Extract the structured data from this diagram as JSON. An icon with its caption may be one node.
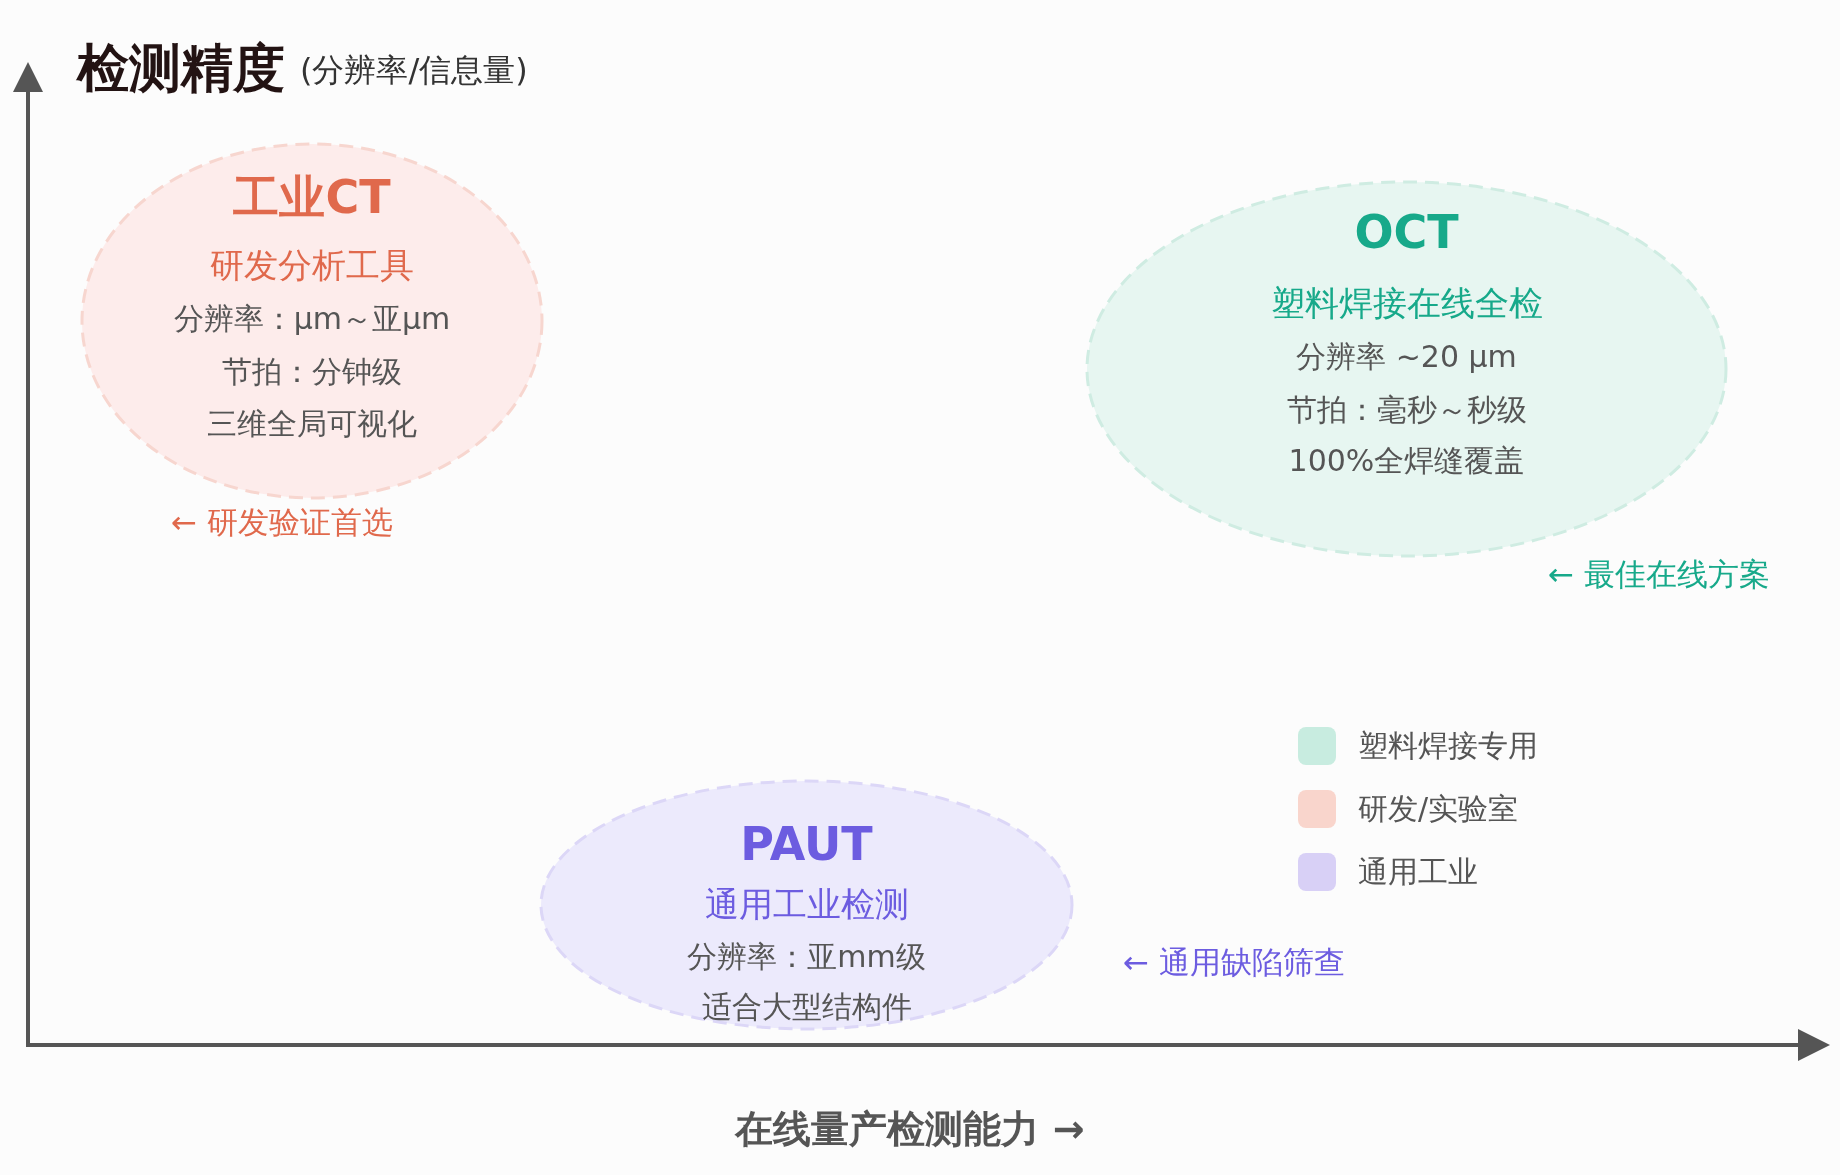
{
  "diagram": {
    "nodes": [
      {
        "text": [
          "工业CT",
          "研发分析工具",
          "分辨率：μm～亚μm",
          "节拍：分钟级",
          "三维全局可视化"
        ],
        "beside": [
          "← 研发验证首选"
        ]
      },
      {
        "text": [
          "OCT",
          "塑料焊接在线全检",
          "分辨率 ~20 μm",
          "节拍：毫秒～秒级",
          "100%全焊缝覆盖"
        ],
        "beside": [
          "← 最佳在线方案"
        ]
      },
      {
        "text": [
          "PAUT",
          "通用工业检测",
          "分辨率：亚mm级",
          "适合大型结构件"
        ],
        "beside": [
          "← 通用缺陷筛查"
        ]
      }
    ],
    "labels": [
      "检测精度",
      "(分辨率/信息量)",
      "在线量产检测能力 →"
    ],
    "legend": [
      {
        "text": "塑料焊接专用",
        "color": "#c8ece0"
      },
      {
        "text": "研发/实验室",
        "color": "#f9d5cc"
      },
      {
        "text": "通用工业",
        "color": "#d8d0f6"
      }
    ]
  }
}
